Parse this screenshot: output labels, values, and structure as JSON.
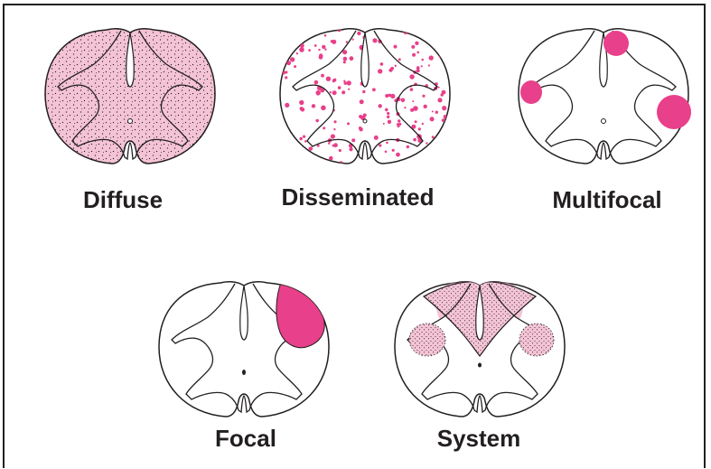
{
  "colors": {
    "lesion": "#e8408a",
    "tint": "#f4c3d6",
    "outline": "#231f20",
    "background": "#ffffff"
  },
  "panels": [
    {
      "label": "Diffuse",
      "pattern": "diffuse"
    },
    {
      "label": "Disseminated",
      "pattern": "disseminated"
    },
    {
      "label": "Multifocal",
      "pattern": "multifocal"
    },
    {
      "label": "Focal",
      "pattern": "focal"
    },
    {
      "label": "System",
      "pattern": "system"
    }
  ]
}
